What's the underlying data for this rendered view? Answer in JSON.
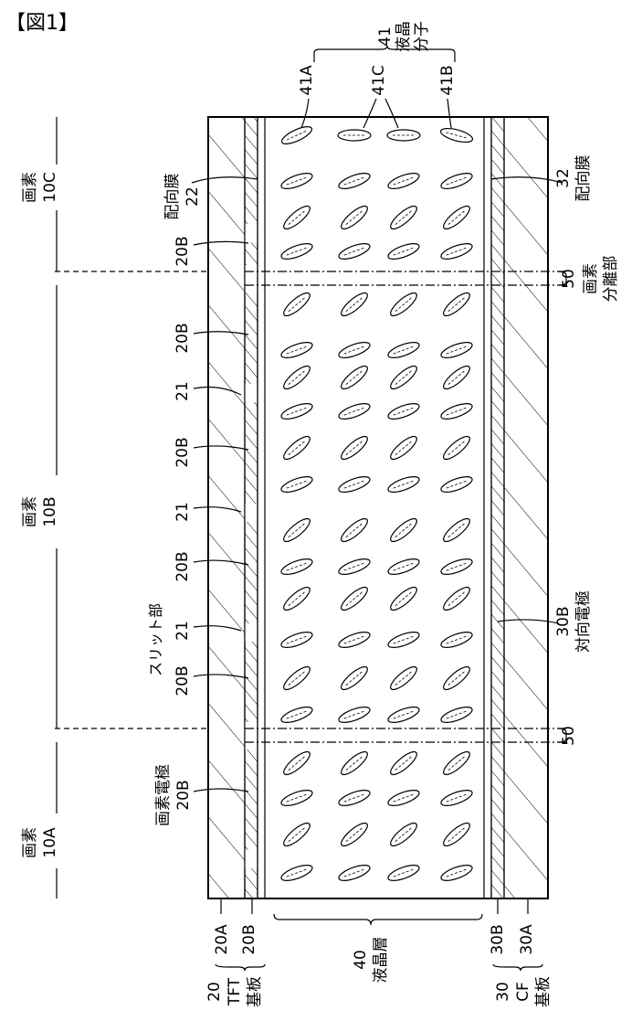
{
  "figure_title": "【図1】",
  "pixels": {
    "a": {
      "name": "画素",
      "id": "10A"
    },
    "b": {
      "name": "画素",
      "id": "10B"
    },
    "c": {
      "name": "画素",
      "id": "10C"
    }
  },
  "labels": {
    "lc_molecules_num": "41",
    "lc_molecules_name_1": "液晶",
    "lc_molecules_name_2": "分子",
    "mol_41A": "41A",
    "mol_41B": "41B",
    "mol_41C": "41C",
    "alignment_22_name": "配向膜",
    "alignment_22_num": "22",
    "alignment_32_num": "32",
    "alignment_32_name": "配向膜",
    "separator_num": "50",
    "separator_name_1": "画素",
    "separator_name_2": "分離部",
    "separator_num_2": "50",
    "electrode_20B": "20B",
    "slit_21": "21",
    "slit_name": "スリット部",
    "pixel_electrode_name": "画素電極",
    "counter_num": "30B",
    "counter_name": "対向電極",
    "bottom_20A": "20A",
    "bottom_20B": "20B",
    "bottom_20": "20",
    "bottom_tft": "TFT",
    "bottom_kiban_1": "基板",
    "bottom_40": "40",
    "bottom_lc_layer": "液晶層",
    "bottom_30B": "30B",
    "bottom_30A": "30A",
    "bottom_30": "30",
    "bottom_cf": "CF",
    "bottom_kiban_2": "基板"
  }
}
